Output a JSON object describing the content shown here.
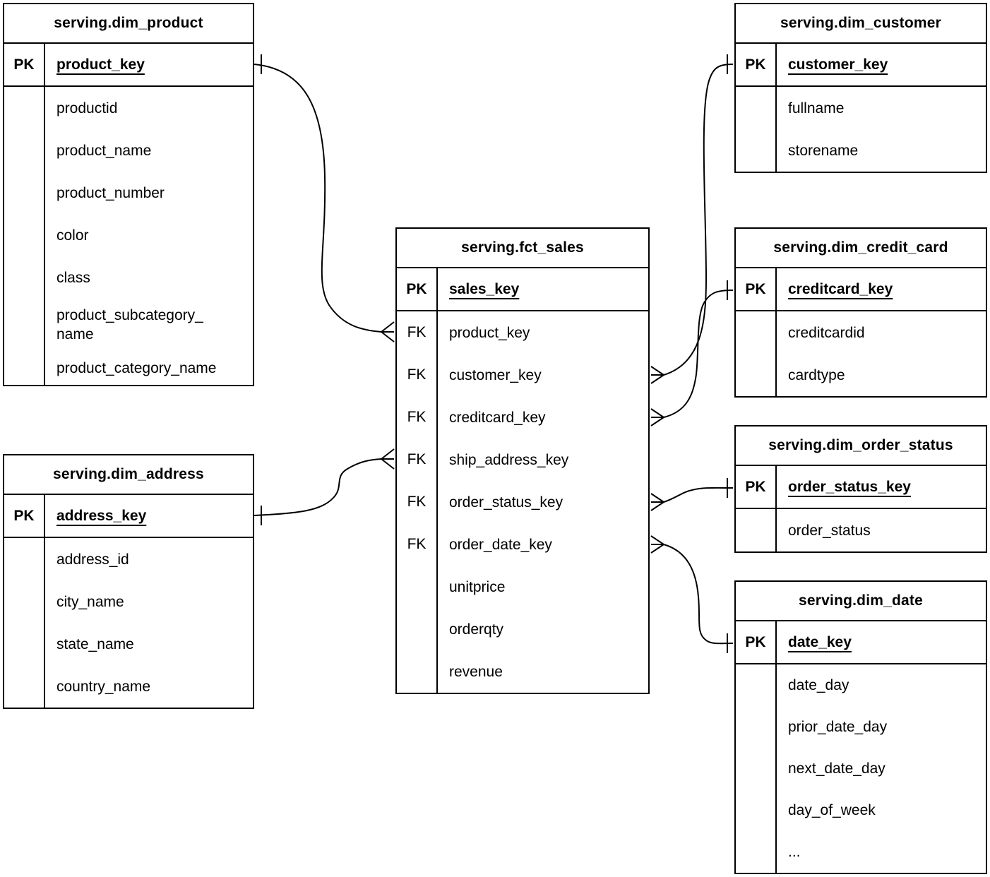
{
  "labels": {
    "pk": "PK",
    "fk": "FK"
  },
  "tables": {
    "fct_sales": {
      "title": "serving.fct_sales",
      "pk_field": "sales_key",
      "fk_fields": [
        "product_key",
        "customer_key",
        "creditcard_key",
        "ship_address_key",
        "order_status_key",
        "order_date_key"
      ],
      "fields": [
        "unitprice",
        "orderqty",
        "revenue"
      ]
    },
    "dim_product": {
      "title": "serving.dim_product",
      "pk_field": "product_key",
      "fields": [
        "productid",
        "product_name",
        "product_number",
        "color",
        "class",
        "product_subcategory_\nname",
        "product_category_name"
      ]
    },
    "dim_customer": {
      "title": "serving.dim_customer",
      "pk_field": "customer_key",
      "fields": [
        "fullname",
        "storename"
      ]
    },
    "dim_credit_card": {
      "title": "serving.dim_credit_card",
      "pk_field": "creditcard_key",
      "fields": [
        "creditcardid",
        "cardtype"
      ]
    },
    "dim_order_status": {
      "title": "serving.dim_order_status",
      "pk_field": "order_status_key",
      "fields": [
        "order_status"
      ]
    },
    "dim_date": {
      "title": "serving.dim_date",
      "pk_field": "date_key",
      "fields": [
        "date_day",
        "prior_date_day",
        "next_date_day",
        "day_of_week",
        "..."
      ]
    },
    "dim_address": {
      "title": "serving.dim_address",
      "pk_field": "address_key",
      "fields": [
        "address_id",
        "city_name",
        "state_name",
        "country_name"
      ]
    }
  },
  "relationships": [
    {
      "fact": "serving.fct_sales",
      "fact_field": "product_key",
      "dimension": "serving.dim_product",
      "dimension_field": "product_key",
      "fact_end": "many",
      "dimension_end": "one"
    },
    {
      "fact": "serving.fct_sales",
      "fact_field": "customer_key",
      "dimension": "serving.dim_customer",
      "dimension_field": "customer_key",
      "fact_end": "many",
      "dimension_end": "one"
    },
    {
      "fact": "serving.fct_sales",
      "fact_field": "creditcard_key",
      "dimension": "serving.dim_credit_card",
      "dimension_field": "creditcard_key",
      "fact_end": "many",
      "dimension_end": "one"
    },
    {
      "fact": "serving.fct_sales",
      "fact_field": "ship_address_key",
      "dimension": "serving.dim_address",
      "dimension_field": "address_key",
      "fact_end": "many",
      "dimension_end": "one"
    },
    {
      "fact": "serving.fct_sales",
      "fact_field": "order_status_key",
      "dimension": "serving.dim_order_status",
      "dimension_field": "order_status_key",
      "fact_end": "many",
      "dimension_end": "one"
    },
    {
      "fact": "serving.fct_sales",
      "fact_field": "order_date_key",
      "dimension": "serving.dim_date",
      "dimension_field": "date_key",
      "fact_end": "many",
      "dimension_end": "one"
    }
  ]
}
